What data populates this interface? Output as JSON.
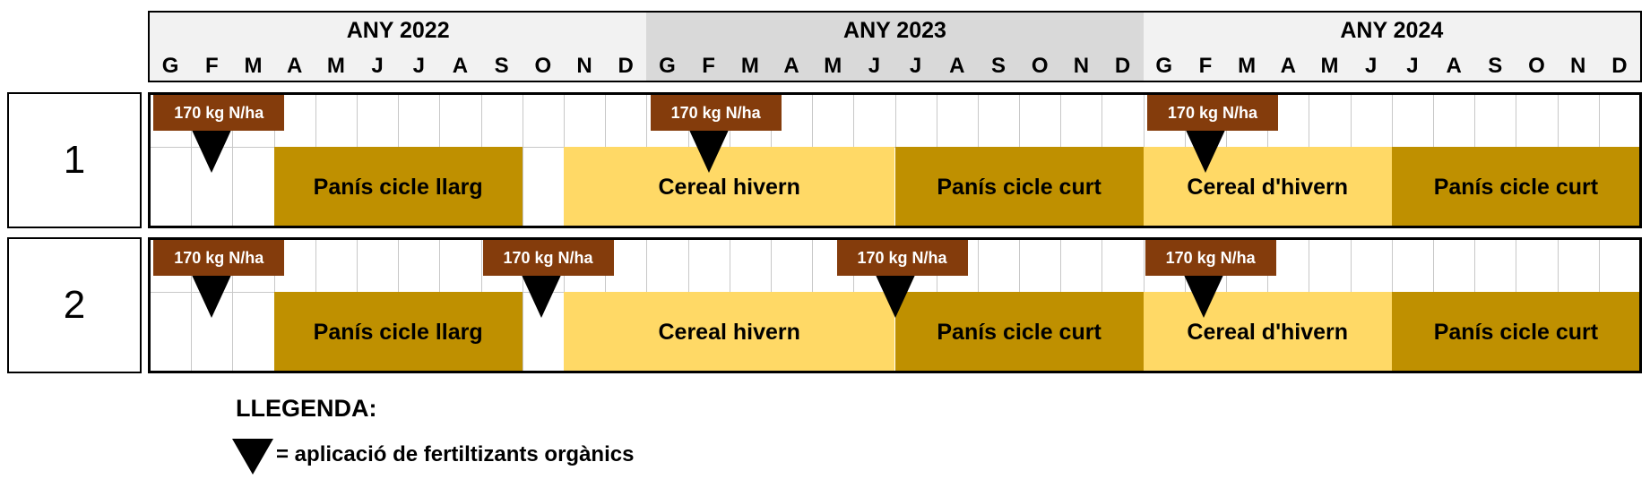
{
  "timeline": {
    "years": [
      "ANY 2022",
      "ANY 2023",
      "ANY 2024"
    ],
    "months": [
      "G",
      "F",
      "M",
      "A",
      "M",
      "J",
      "J",
      "A",
      "S",
      "O",
      "N",
      "D"
    ],
    "colors": {
      "year_bg_1": "#f2f2f2",
      "year_bg_2": "#d9d9d9",
      "year_bg_3": "#f2f2f2"
    }
  },
  "rows": [
    {
      "label": "1",
      "crops": [
        {
          "name": "Panís cicle llarg",
          "start": 3,
          "end": 9,
          "color": "#bf9000"
        },
        {
          "name": "Cereal hivern",
          "start": 10,
          "end": 18,
          "color": "#ffd966"
        },
        {
          "name": "Panís cicle curt",
          "start": 18,
          "end": 24,
          "color": "#bf9000"
        },
        {
          "name": "Cereal d'hivern",
          "start": 24,
          "end": 30,
          "color": "#ffd966"
        },
        {
          "name": "Panís cicle curt",
          "start": 30,
          "end": 36,
          "color": "#bf9000"
        }
      ],
      "applications": [
        {
          "dose": "170 kg N/ha",
          "month": 1.5
        },
        {
          "dose": "170 kg N/ha",
          "month": 13.5
        },
        {
          "dose": "170 kg N/ha",
          "month": 25.5
        }
      ]
    },
    {
      "label": "2",
      "crops": [
        {
          "name": "Panís cicle llarg",
          "start": 3,
          "end": 9,
          "color": "#bf9000"
        },
        {
          "name": "Cereal hivern",
          "start": 10,
          "end": 18,
          "color": "#ffd966"
        },
        {
          "name": "Panís cicle curt",
          "start": 18,
          "end": 24,
          "color": "#bf9000"
        },
        {
          "name": "Cereal d'hivern",
          "start": 24,
          "end": 30,
          "color": "#ffd966"
        },
        {
          "name": "Panís cicle curt",
          "start": 30,
          "end": 36,
          "color": "#bf9000"
        }
      ],
      "applications": [
        {
          "dose": "170 kg N/ha",
          "month": 1.5
        },
        {
          "dose": "170 kg N/ha",
          "month": 9.45
        },
        {
          "dose": "170 kg N/ha",
          "month": 18.0
        },
        {
          "dose": "170 kg N/ha",
          "month": 25.45
        }
      ]
    }
  ],
  "legend": {
    "title": "LLEGENDA:",
    "text": "= aplicació de fertiltizants orgànics"
  }
}
